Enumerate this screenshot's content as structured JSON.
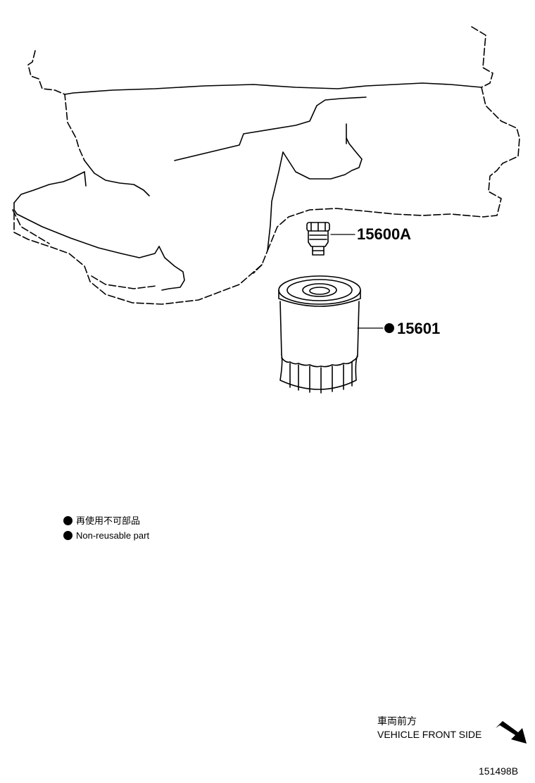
{
  "parts": {
    "drain_plug": "15600A",
    "oil_filter": "15601"
  },
  "legend": {
    "jp": "再使用不可部品",
    "en": "Non-reusable part"
  },
  "orientation": {
    "jp": "車両前方",
    "en": "VEHICLE FRONT SIDE"
  },
  "drawing_number": "151498B",
  "colors": {
    "ink": "#000000",
    "paper": "#ffffff"
  }
}
